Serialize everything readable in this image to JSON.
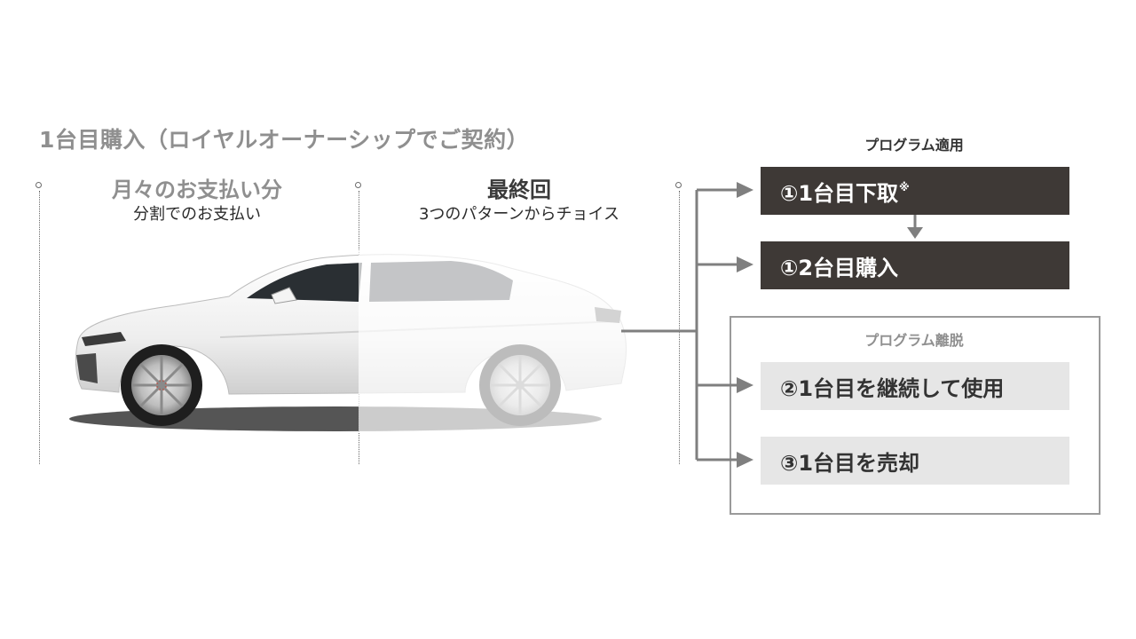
{
  "title": "1台目購入（ロイヤルオーナーシップでご契約）",
  "columns": [
    {
      "heading": "月々のお支払い分",
      "subheading": "分割でのお支払い"
    },
    {
      "heading": "最終回",
      "subheading": "3つのパターンからチョイス"
    }
  ],
  "program_apply": {
    "label": "プログラム適用",
    "options": [
      {
        "text": "①1台目下取",
        "note": "※"
      },
      {
        "text": "①2台目購入"
      }
    ]
  },
  "program_exit": {
    "label": "プログラム離脱",
    "options": [
      {
        "text": "②1台目を継続して使用"
      },
      {
        "text": "③1台目を売却"
      }
    ]
  },
  "colors": {
    "dark_box": "#3e3936",
    "light_box": "#e6e6e6",
    "arrow": "#7f7f7f",
    "grey_text": "#8f8f8f"
  },
  "icons": [
    "car-illustration",
    "arrow-right-icon",
    "arrow-down-icon"
  ]
}
